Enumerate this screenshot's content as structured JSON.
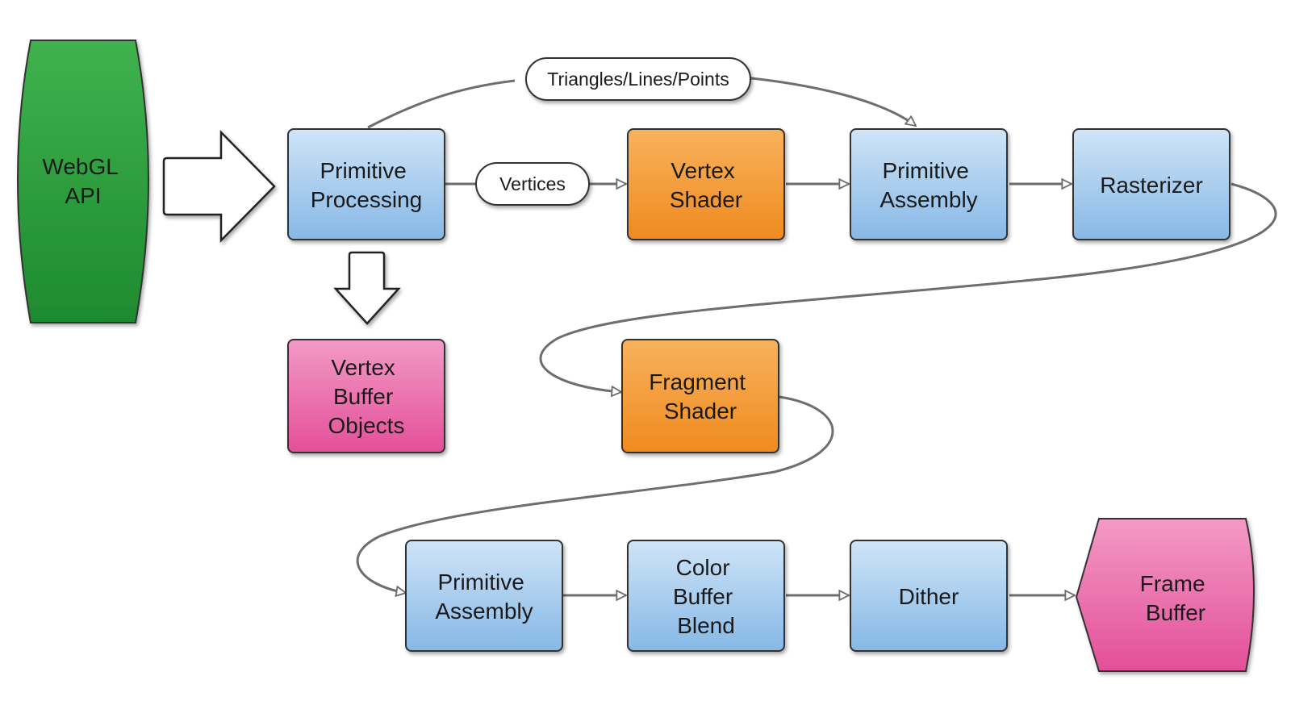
{
  "nodes": {
    "webgl_api": {
      "lines": [
        "WebGL",
        "API"
      ]
    },
    "primitive_processing": {
      "lines": [
        "Primitive",
        "Processing"
      ]
    },
    "vertex_buffer_objects": {
      "lines": [
        "Vertex",
        "Buffer",
        "Objects"
      ]
    },
    "vertex_shader": {
      "lines": [
        "Vertex",
        "Shader"
      ]
    },
    "primitive_assembly_1": {
      "lines": [
        "Primitive",
        "Assembly"
      ]
    },
    "rasterizer": {
      "lines": [
        "Rasterizer"
      ]
    },
    "fragment_shader": {
      "lines": [
        "Fragment",
        "Shader"
      ]
    },
    "primitive_assembly_2": {
      "lines": [
        "Primitive",
        "Assembly"
      ]
    },
    "color_buffer_blend": {
      "lines": [
        "Color",
        "Buffer",
        "Blend"
      ]
    },
    "dither": {
      "lines": [
        "Dither"
      ]
    },
    "frame_buffer": {
      "lines": [
        "Frame",
        "Buffer"
      ]
    }
  },
  "edge_labels": {
    "triangles_lines_points": "Triangles/Lines/Points",
    "vertices": "Vertices"
  },
  "colors": {
    "blue_box": "#a9cdee",
    "orange_box": "#f49a35",
    "pink_box": "#ec6ba9",
    "green_api": "#2a9c3c",
    "edge_stroke": "#6e6e6e",
    "box_border": "#333333"
  }
}
